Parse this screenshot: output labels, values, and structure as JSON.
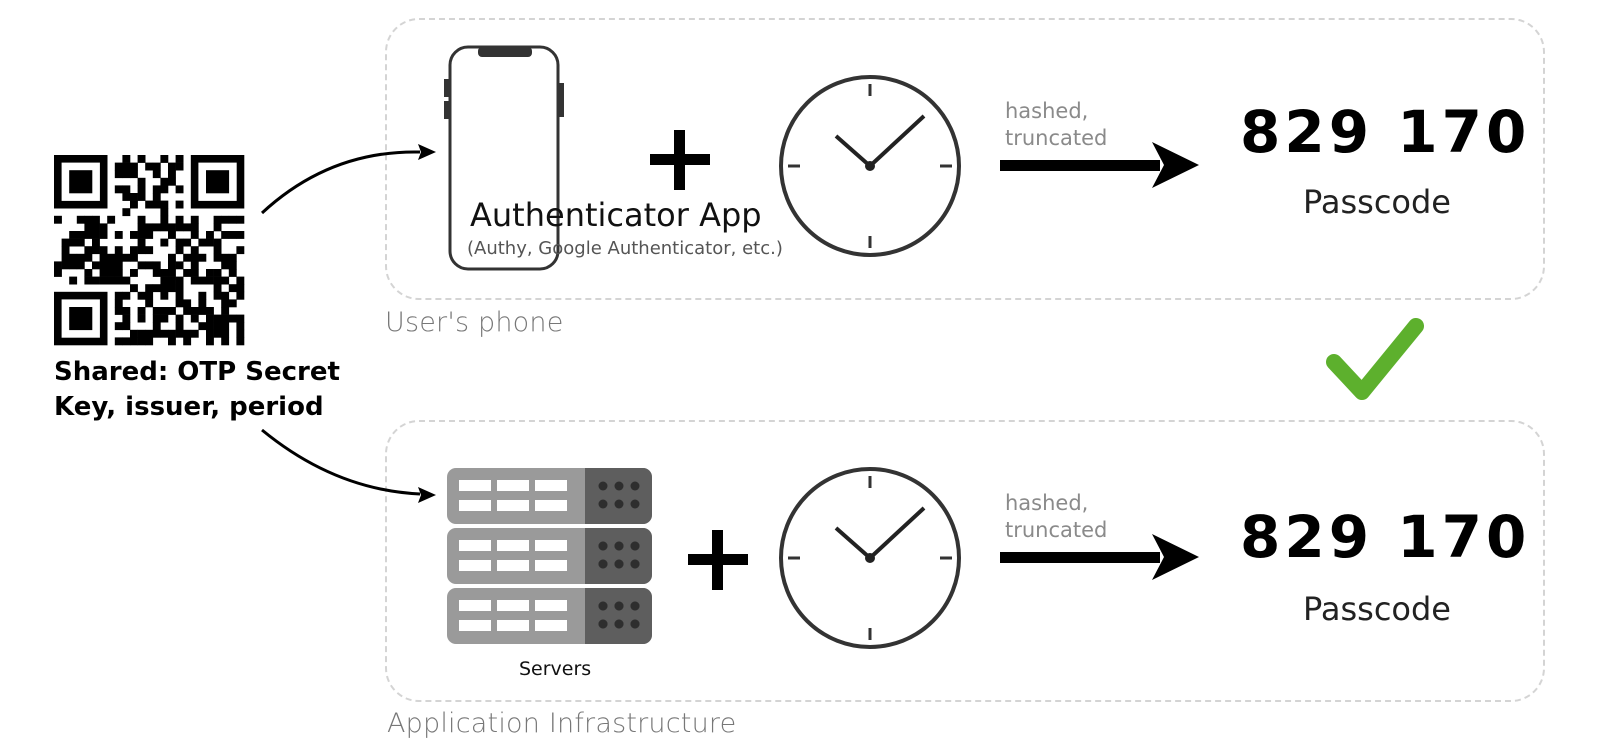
{
  "shared": {
    "label": "Shared: OTP Secret Key, issuer, period",
    "qr_icon": "qr-code-icon"
  },
  "top_panel": {
    "caption": "User's phone",
    "app_title": "Authenticator App",
    "app_subtitle": "(Authy, Google Authenticator, etc.)",
    "device_icon": "smartphone-icon",
    "hash_label": "hashed, truncated",
    "passcode": "829 170",
    "passcode_label": "Passcode"
  },
  "bottom_panel": {
    "caption": "Application Infrastructure",
    "servers_label": "Servers",
    "device_icon": "server-rack-icon",
    "hash_label": "hashed, truncated",
    "passcode": "829 170",
    "passcode_label": "Passcode"
  },
  "match_icon": "checkmark-icon",
  "colors": {
    "check": "#5db02d",
    "server_light": "#9a9a9a",
    "server_dark": "#5e5e5e",
    "border": "#d4d4d4"
  }
}
